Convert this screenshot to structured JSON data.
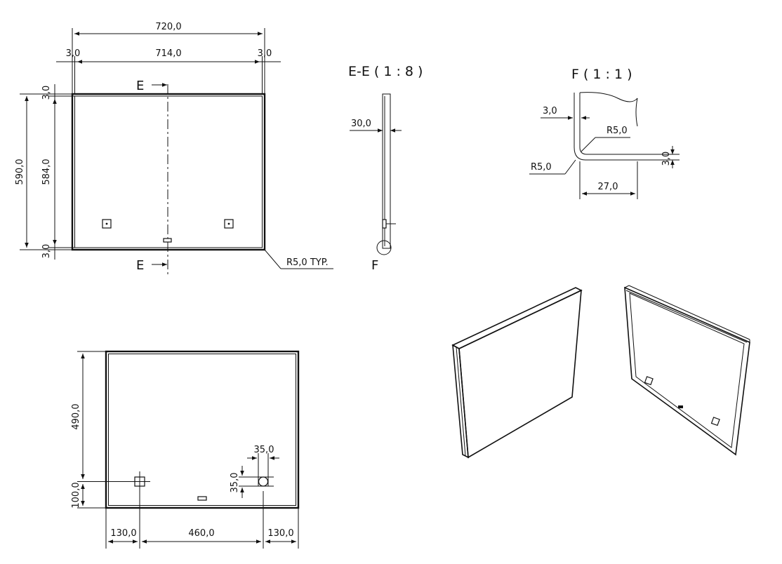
{
  "front_view": {
    "width_total": "720,0",
    "width_inner": "714,0",
    "left_offset": "3,0",
    "right_offset": "3,0",
    "height_total": "590,0",
    "height_inner": "584,0",
    "top_offset": "3,0",
    "bottom_offset": "3,0",
    "section_marker": "E",
    "corner_radius_note": "R5,0 TYP."
  },
  "section_ee": {
    "title": "E-E ( 1 : 8 )",
    "thickness": "30,0",
    "detail_marker": "F"
  },
  "detail_f": {
    "title": "F ( 1 : 1 )",
    "wall_thickness": "3,0",
    "radius_outer": "R5,0",
    "radius_inner": "R5,0",
    "flange_thickness": "3,0",
    "flange_length": "27,0"
  },
  "back_view": {
    "height_upper": "490,0",
    "height_lower": "100,0",
    "bracket_width": "35,0",
    "bracket_height": "35,0",
    "spacing_left": "130,0",
    "spacing_middle": "460,0",
    "spacing_right": "130,0"
  },
  "iso_views": {
    "left": "front-isometric",
    "right": "back-isometric"
  }
}
